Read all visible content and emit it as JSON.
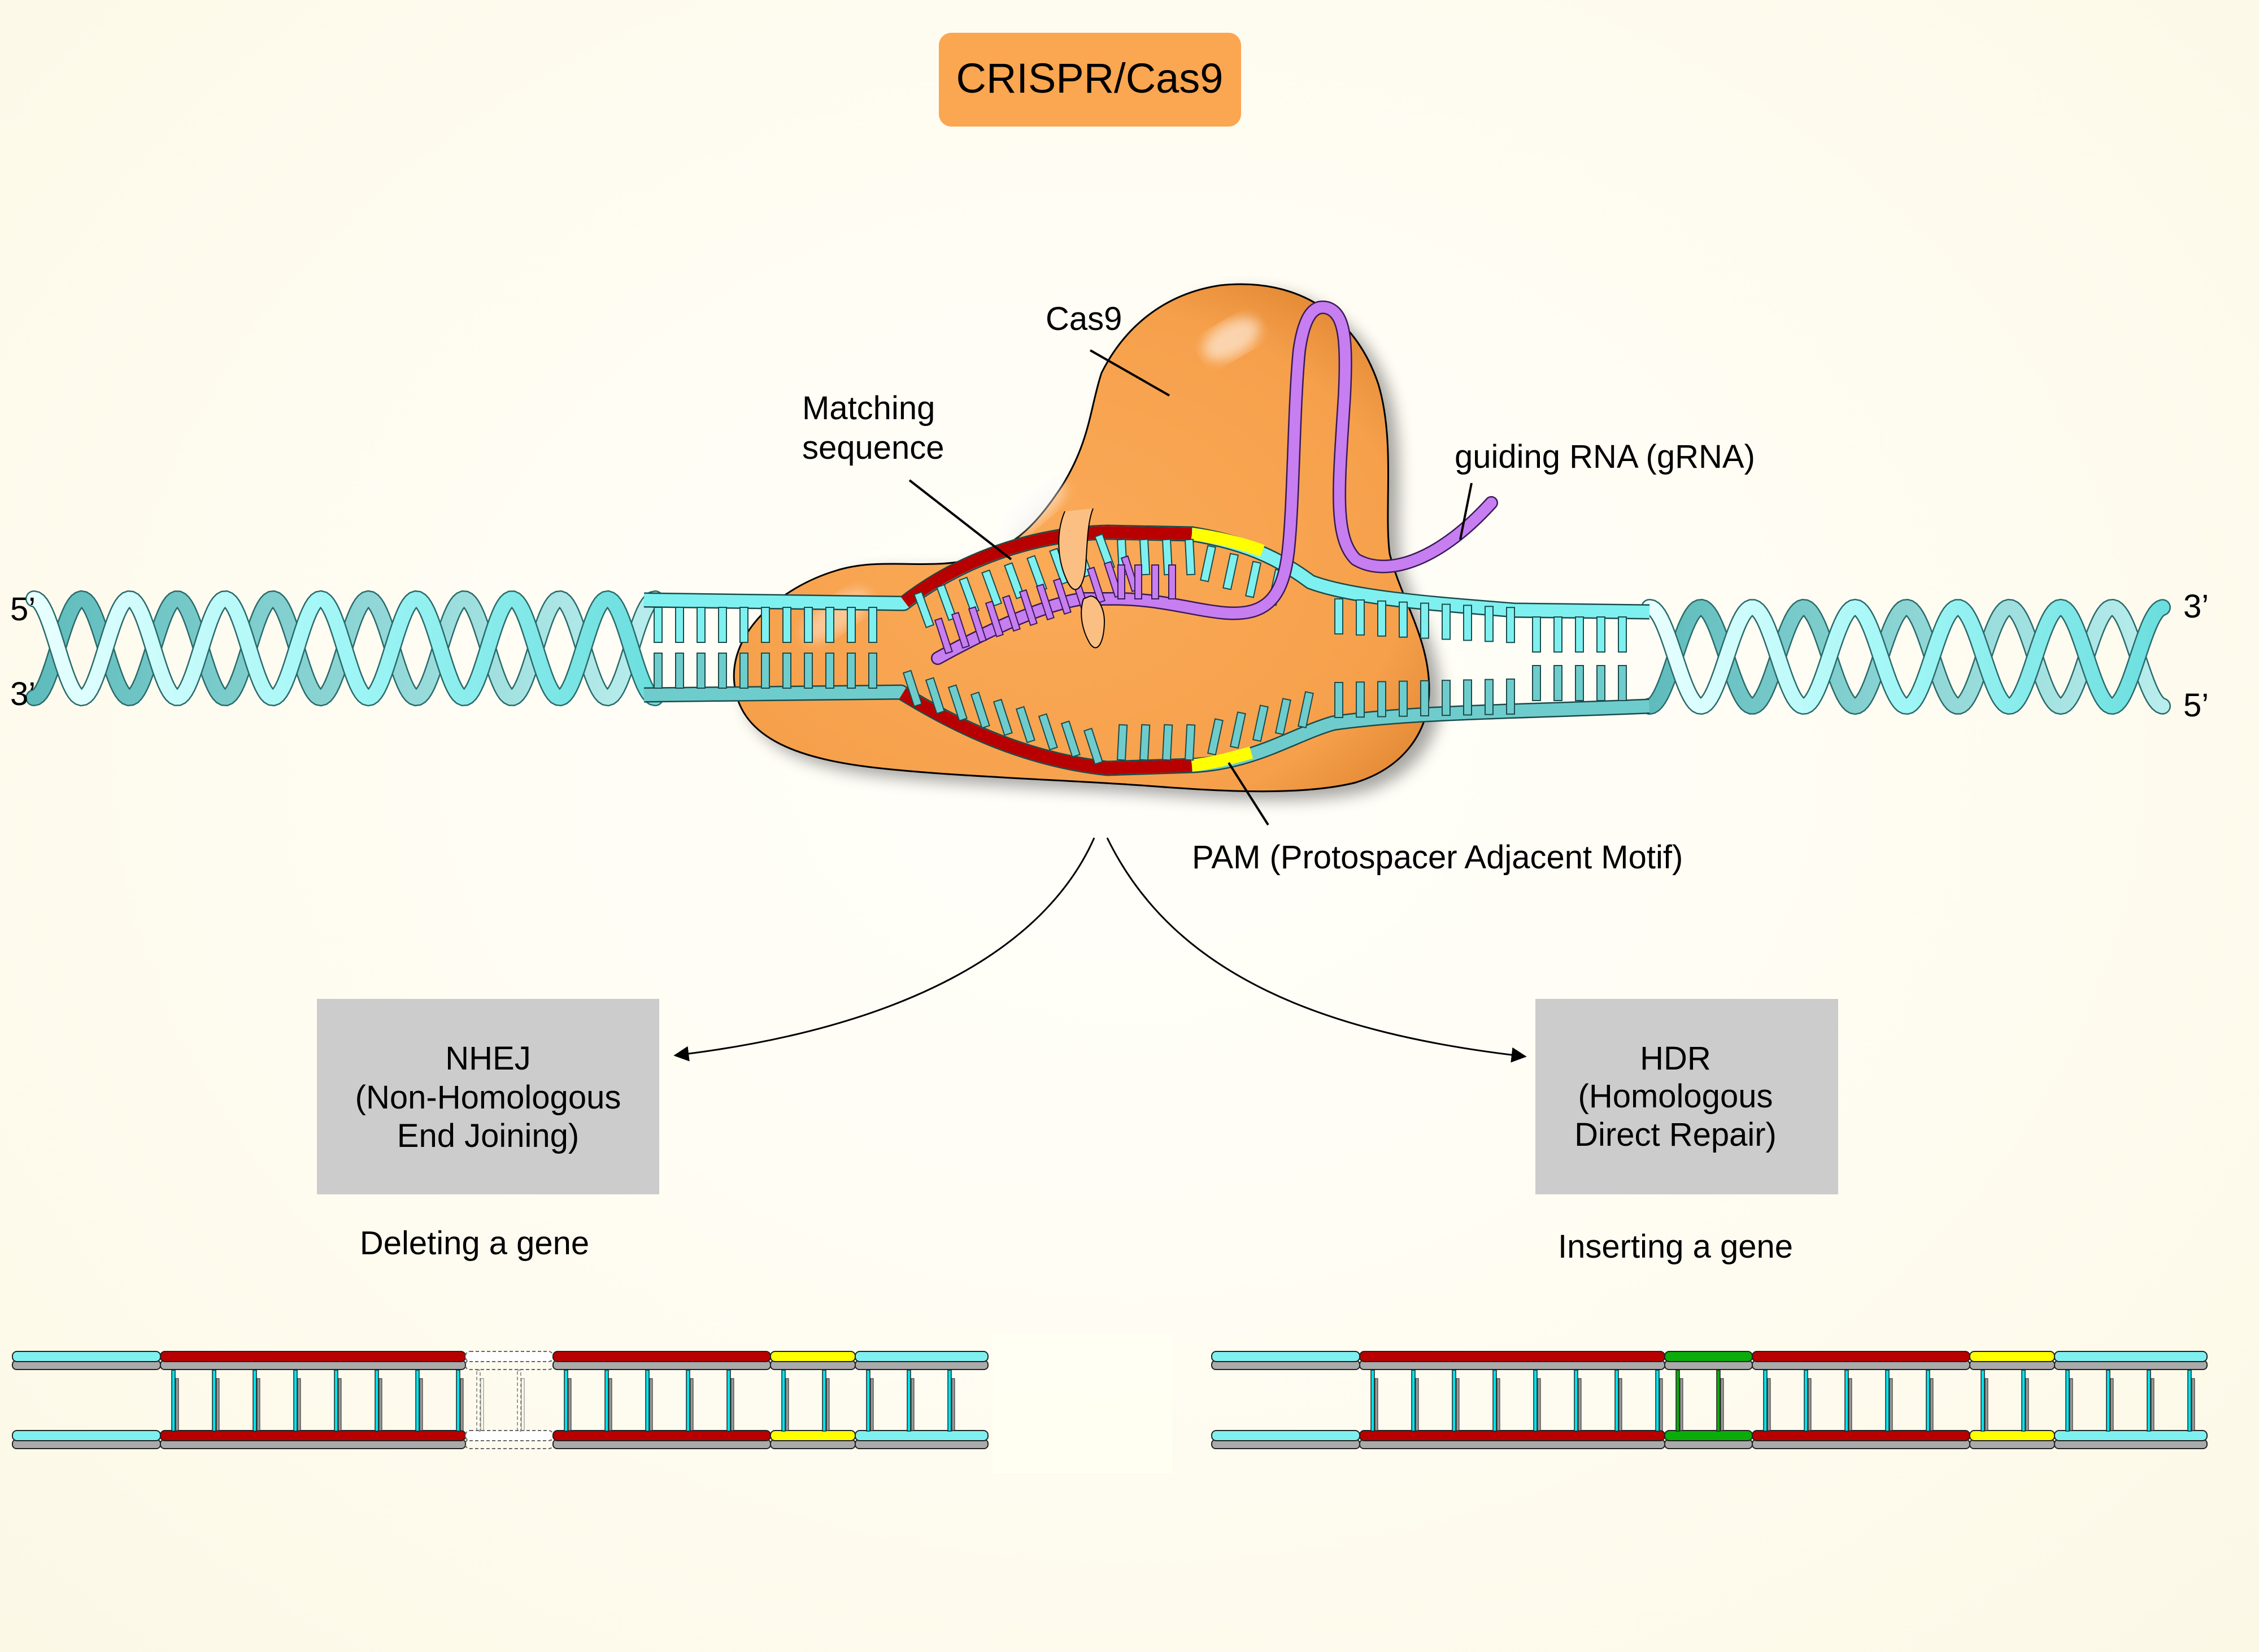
{
  "title": "CRISPR/Cas9",
  "labels": {
    "cas9": "Cas9",
    "matching_line1": "Matching",
    "matching_line2": "sequence",
    "grna": "guiding RNA (gRNA)",
    "pam": "PAM (Protospacer Adjacent Motif)"
  },
  "strand_ends": {
    "left_top": "5’",
    "left_bottom": "3’",
    "right_top": "3’",
    "right_bottom": "5’"
  },
  "pathways": [
    {
      "id": "nhej",
      "line1": "NHEJ",
      "line2": "(Non-Homologous",
      "line3": "End Joining)",
      "outcome": "Deleting a gene"
    },
    {
      "id": "hdr",
      "line1": "HDR",
      "line2": "(Homologous",
      "line3": "Direct Repair)",
      "outcome": "Inserting a gene"
    }
  ],
  "colors": {
    "title_box": "#fba650",
    "cas9_body": "#f9a34f",
    "dna_strand": "#7ff0f0",
    "dna_dark": "#6fcccc",
    "target_sequence": "#b90000",
    "pam": "#ffff00",
    "grna": "#c77ef0",
    "pathway_box": "#cccccc",
    "inserted_gene": "#0aac0a",
    "backbone_shadow": "#aaaaaa"
  },
  "repair_results": {
    "nhej": {
      "segments": [
        "flank",
        "target",
        "deleted",
        "target",
        "pam",
        "flank"
      ]
    },
    "hdr": {
      "segments": [
        "flank",
        "target",
        "insert",
        "target",
        "pam",
        "flank"
      ]
    }
  }
}
